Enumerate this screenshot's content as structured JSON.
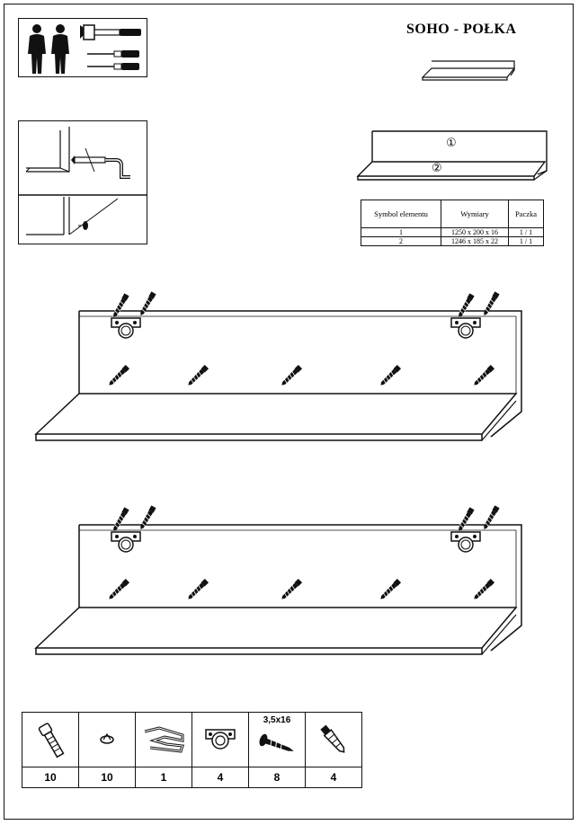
{
  "header": {
    "title": "SOHO - POŁKA"
  },
  "element_diagram": {
    "labels": [
      "①",
      "②"
    ]
  },
  "spec_table": {
    "headers": [
      "Symbol elementu",
      "Wymiary",
      "Paczka"
    ],
    "rows": [
      [
        "1",
        "1250 x 200 x 16",
        "1 / 1"
      ],
      [
        "2",
        "1246 x 185 x 22",
        "1 / 1"
      ]
    ]
  },
  "parts_table": {
    "items": [
      {
        "icon": "long-screw-icon",
        "count": "10",
        "size": ""
      },
      {
        "icon": "cam-nut-icon",
        "count": "10",
        "size": ""
      },
      {
        "icon": "allen-key-icon",
        "count": "1",
        "size": ""
      },
      {
        "icon": "hanging-bracket-icon",
        "count": "4",
        "size": ""
      },
      {
        "icon": "wood-screw-icon",
        "count": "8",
        "size": "3,5x16"
      },
      {
        "icon": "wall-plug-icon",
        "count": "4",
        "size": ""
      }
    ]
  }
}
